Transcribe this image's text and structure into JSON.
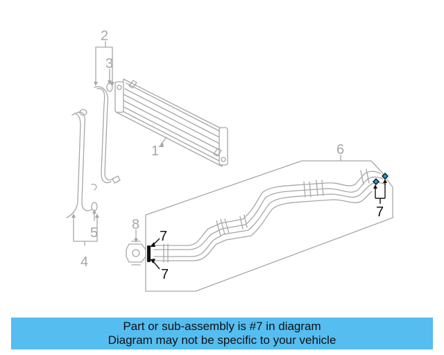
{
  "diagram": {
    "callouts": {
      "c1": "1",
      "c2": "2",
      "c3": "3",
      "c4": "4",
      "c5": "5",
      "c6": "6",
      "c7a": "7",
      "c7b": "7",
      "c7c": "7",
      "c8": "8"
    },
    "colors": {
      "grey_parts": "#a6a6a6",
      "black_parts": "#111111",
      "highlight": "#1ea0d8"
    }
  },
  "banner": {
    "line1": "Part or sub-assembly is #7 in diagram",
    "line2": "Diagram may not be specific to your vehicle",
    "background": "#55bdf0"
  }
}
